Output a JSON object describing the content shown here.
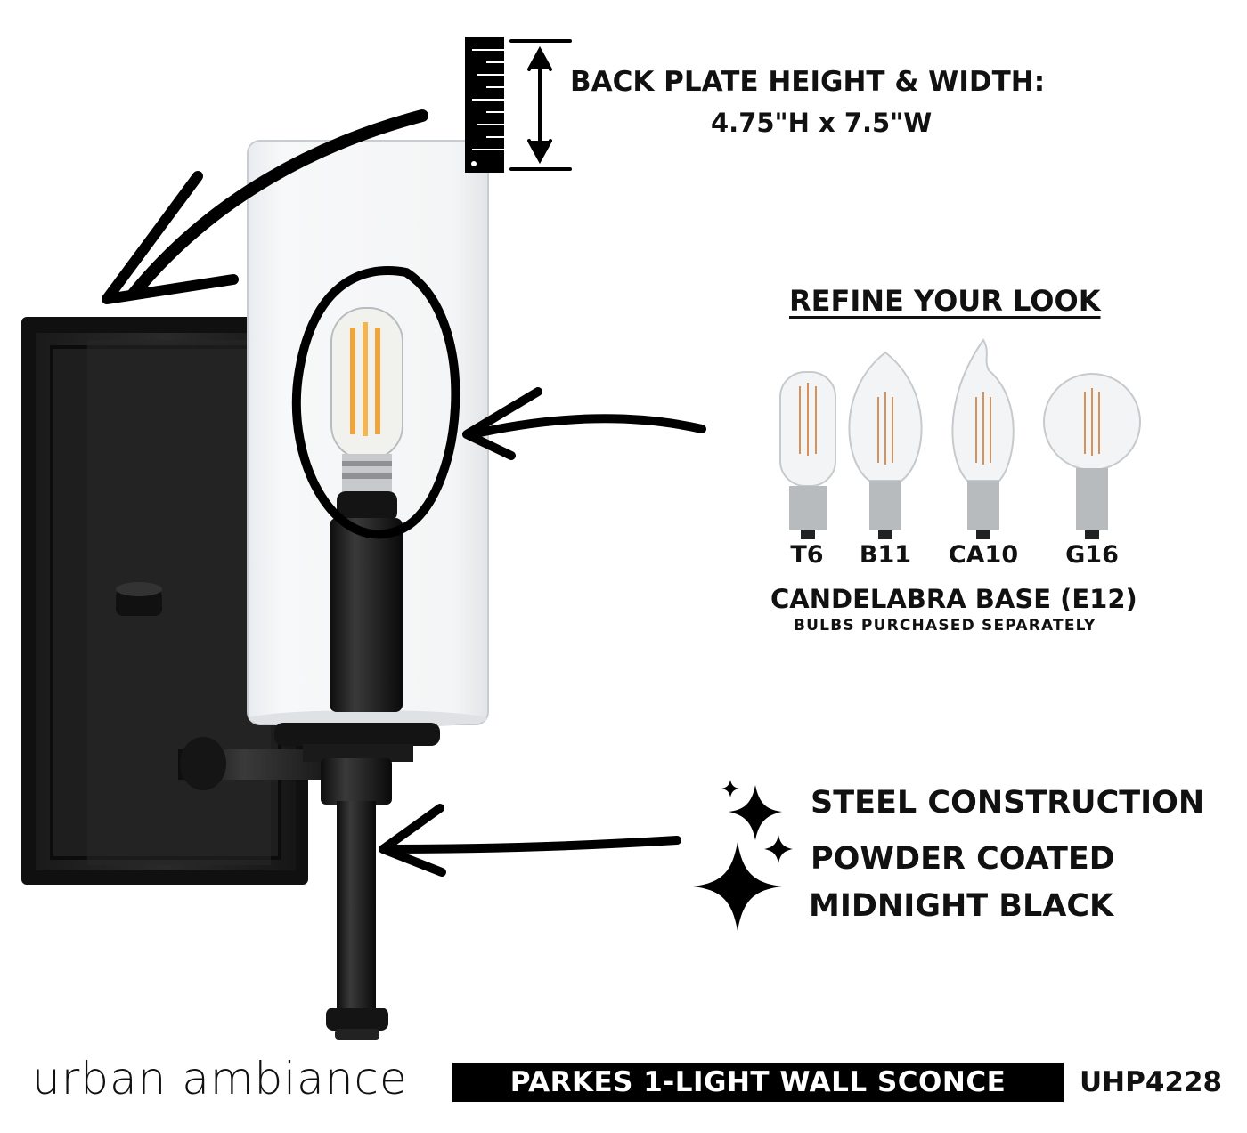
{
  "dimensions": {
    "title": "BACK PLATE HEIGHT & WIDTH:",
    "value": "4.75\"H x 7.5\"W"
  },
  "refine": {
    "heading": "REFINE YOUR LOOK",
    "bulbs": [
      {
        "label": "T6"
      },
      {
        "label": "B11"
      },
      {
        "label": "CA10"
      },
      {
        "label": "G16"
      }
    ],
    "base_title": "CANDELABRA BASE (E12)",
    "base_note": "BULBS PURCHASED SEPARATELY"
  },
  "features": [
    {
      "text": "STEEL CONSTRUCTION"
    },
    {
      "text": "POWDER COATED"
    },
    {
      "text": "MIDNIGHT BLACK"
    }
  ],
  "footer": {
    "brand": "urban ambiance",
    "product": "PARKES 1-LIGHT WALL SCONCE",
    "sku": "UHP4228"
  },
  "icons": [
    "ruler-icon",
    "sparkle-icon"
  ],
  "colors": {
    "finish": "#111111",
    "text": "#111111",
    "bar": "#000000"
  }
}
